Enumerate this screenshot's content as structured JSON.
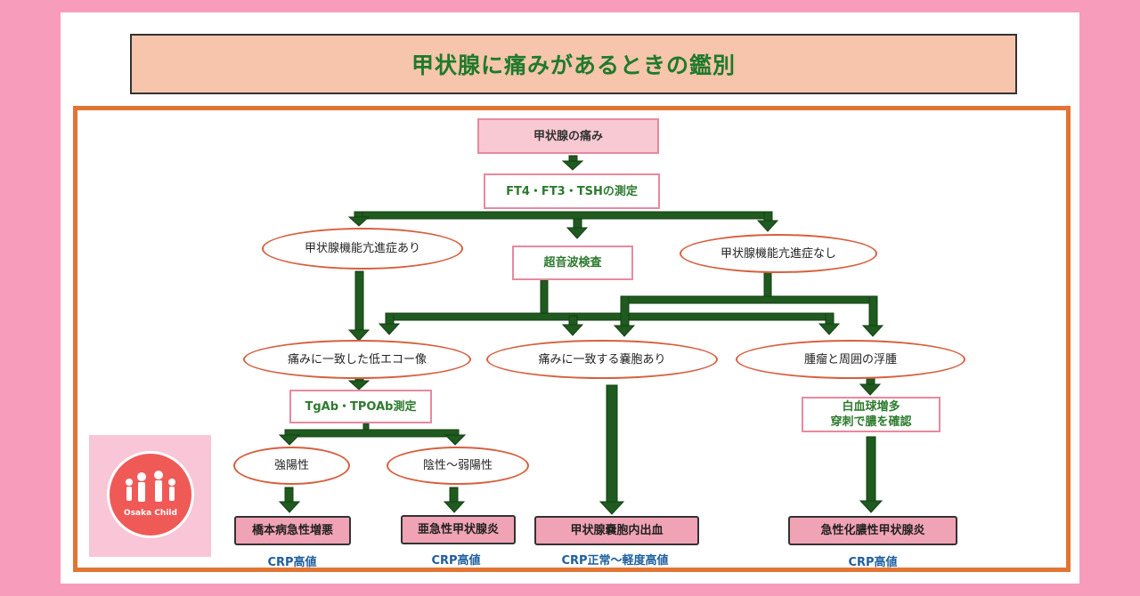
{
  "title": "甲状腺に痛みがあるときの鑑別",
  "nodes": {
    "root": "甲状腺の痛み",
    "measure": "FT4・FT3・TSHの測定",
    "hyper_yes": "甲状腺機能亢進症あり",
    "ultrasound": "超音波検査",
    "hyper_no": "甲状腺機能亢進症なし",
    "low_echo": "痛みに一致した低エコー像",
    "cyst": "痛みに一致する嚢胞あり",
    "mass": "腫瘤と周囲の浮腫",
    "antibody": "TgAb・TPOAb測定",
    "wbc_line1": "白血球増多",
    "wbc_line2": "穿刺で膿を確認",
    "strong_pos": "強陽性",
    "neg_weak": "陰性〜弱陽性"
  },
  "results": {
    "hashimoto": "橋本病急性増悪",
    "subacute": "亜急性甲状腺炎",
    "hemorrhage": "甲状腺嚢胞内出血",
    "suppurative": "急性化膿性甲状腺炎"
  },
  "crp": {
    "hashimoto": "CRP高値",
    "subacute": "CRP高値",
    "hemorrhage": "CRP正常〜軽度高値",
    "suppurative": "CRP高値"
  },
  "logo": {
    "text": "Osaka Child"
  },
  "colors": {
    "arrow": "#1f5a1f",
    "frame": "#e27434",
    "background": "#f89cbc"
  }
}
